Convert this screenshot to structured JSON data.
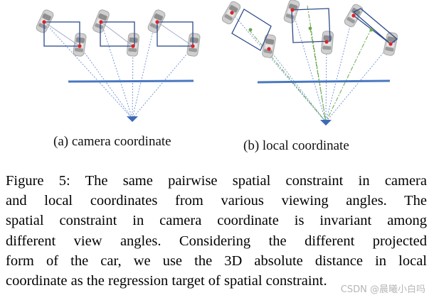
{
  "figure": {
    "subcaption_a": "(a) camera coordinate",
    "subcaption_b": "(b) local coordinate"
  },
  "caption": {
    "lines": [
      "Figure 5:  The same pairwise spatial constraint in camera",
      "and local coordinates from various viewing angles.  The",
      "spatial constraint in camera coordinate is invariant among",
      "different view angles.  Considering the different projected",
      "form of the car, we use the 3D absolute distance in local",
      "coordinate as the regression target of spatial constraint."
    ]
  },
  "watermark": "CSDN @晨曦小白吗",
  "colors": {
    "box": "#2d4a8a",
    "ground": "#4a78c0",
    "rays": "#6a8fd0",
    "local_axis": "#6aa84f",
    "keypoint": "#d9242b",
    "car": "#c8c8c8"
  }
}
